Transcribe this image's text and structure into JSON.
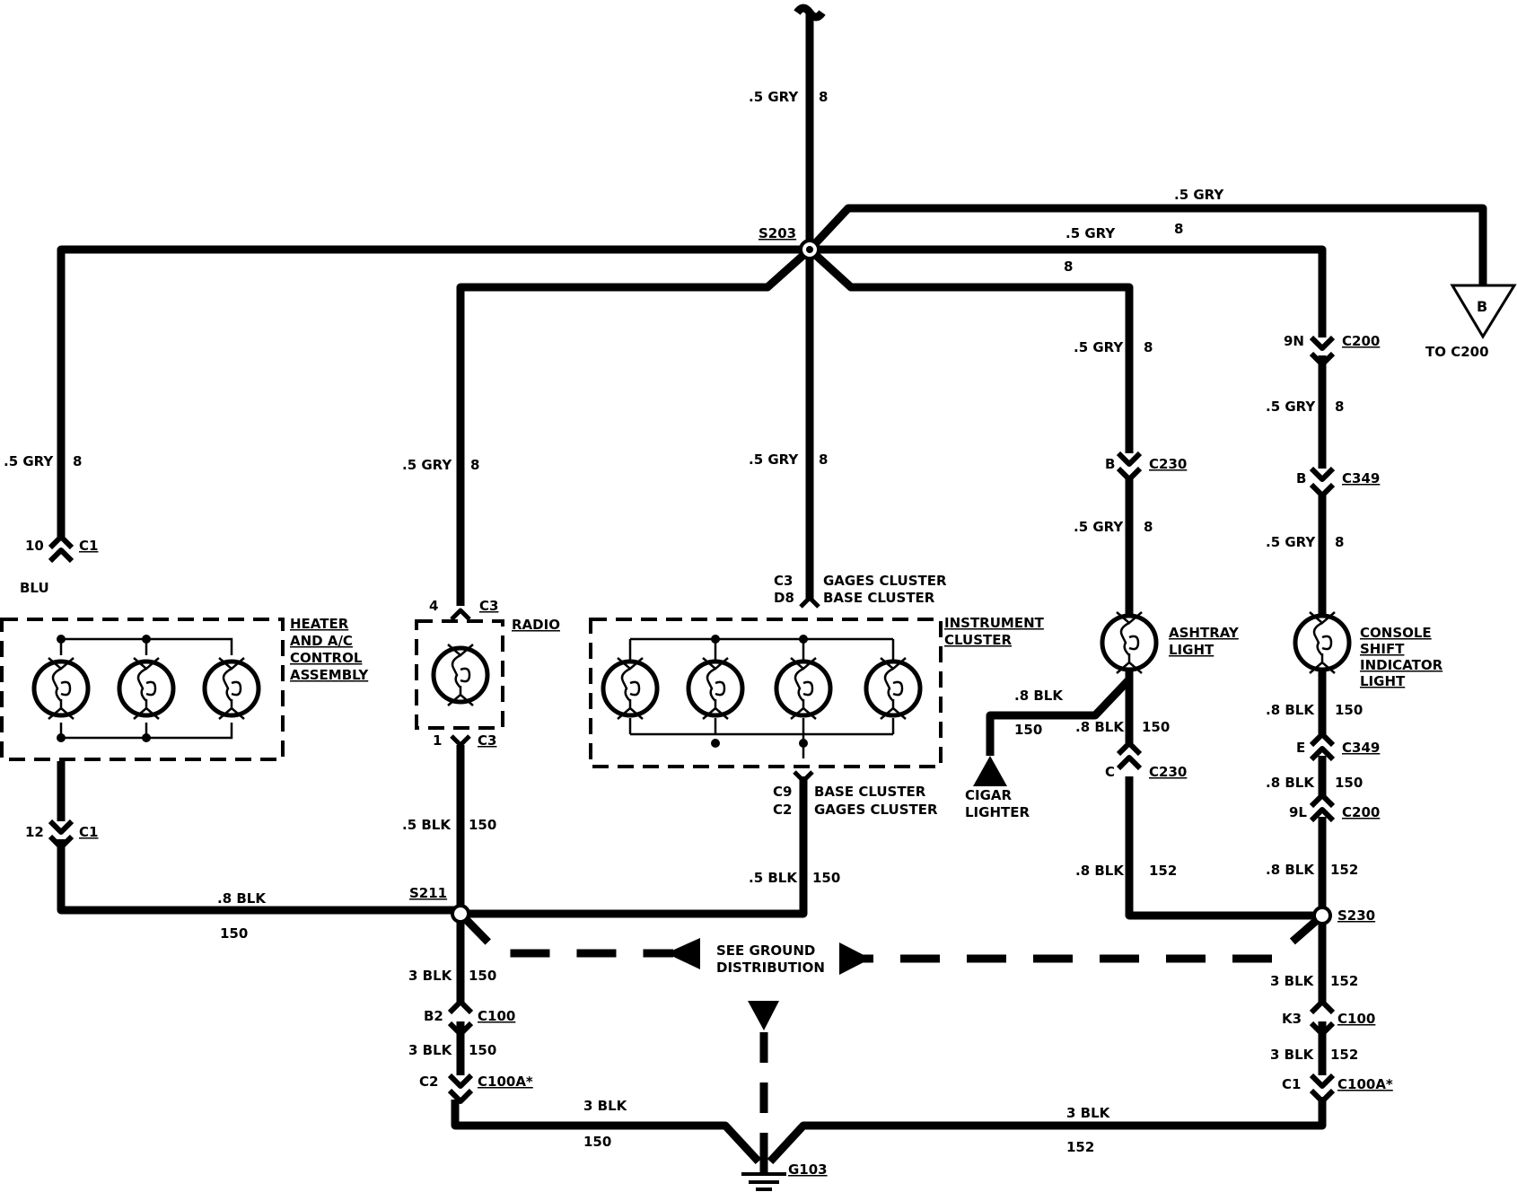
{
  "labels": {
    "top_size": ".5 GRY",
    "top_circ": "8",
    "to_c200_size": ".5 GRY",
    "b_size": ".5 GRY",
    "b_circ": "8",
    "s203_circ": "8",
    "s203": "S203",
    "b_marker": "B",
    "to_c200": "TO C200",
    "left_size": ".5 GRY",
    "left_circ": "8",
    "c1_pin10": "10",
    "c1_a": "C1",
    "blu": "BLU",
    "heater1": "HEATER",
    "heater2": "AND A/C",
    "heater3": "CONTROL",
    "heater4": "ASSEMBLY",
    "c1_pin12": "12",
    "c1_b": "C1",
    "radio_size": ".5 GRY",
    "radio_circ": "8",
    "radio_pin4": "4",
    "radio_c3a": "C3",
    "radio": "RADIO",
    "radio_pin1": "1",
    "radio_c3b": "C3",
    "radio_gnd_size": ".5 BLK",
    "radio_gnd_circ": "150",
    "ic_size": ".5 GRY",
    "ic_circ": "8",
    "ic_c3": "C3",
    "ic_d8": "D8",
    "gages1": "GAGES CLUSTER",
    "base1": "BASE CLUSTER",
    "instr1": "INSTRUMENT",
    "instr2": "CLUSTER",
    "ic_c9": "C9",
    "ic_c2": "C2",
    "base2": "BASE CLUSTER",
    "gages2": "GAGES CLUSTER",
    "ic_gnd_size": ".5 BLK",
    "ic_gnd_circ": "150",
    "left_gnd_size": ".8 BLK",
    "left_gnd_circ": "150",
    "s211": "S211",
    "ash_circ_top": "8",
    "ash_size1": ".5 GRY",
    "ash_circ1": "8",
    "c230_pinB": "B",
    "c230_a": "C230",
    "ash_size2": ".5 GRY",
    "ash_circ2": "8",
    "ashtray1": "ASHTRAY",
    "ashtray2": "LIGHT",
    "cig_size": ".8 BLK",
    "cig_circ": "150",
    "ash_gnd_size": ".8 BLK",
    "ash_gnd_circ": "150",
    "cigar1": "CIGAR",
    "cigar2": "LIGHTER",
    "c230_pinC": "C",
    "c230_b": "C230",
    "ash_ret_size": ".8 BLK",
    "ash_ret_circ": "152",
    "c200_pin9N": "9N",
    "c200_a": "C200",
    "con_size1": ".5 GRY",
    "con_circ1": "8",
    "c349_pinB": "B",
    "c349_a": "C349",
    "con_size2": ".5 GRY",
    "con_circ2": "8",
    "console1": "CONSOLE",
    "console2": "SHIFT",
    "console3": "INDICATOR",
    "console4": "LIGHT",
    "con_g_size1": ".8 BLK",
    "con_g_circ1": "150",
    "c349_pinE": "E",
    "c349_b": "C349",
    "con_g_size2": ".8 BLK",
    "con_g_circ2": "150",
    "c200_pin9L": "9L",
    "c200_b": "C200",
    "con_g_size3": ".8 BLK",
    "con_g_circ3": "152",
    "s230": "S230",
    "see1": "SEE GROUND",
    "see2": "DISTRIBUTION",
    "l_size1": "3 BLK",
    "l_circ1": "150",
    "c100_pinB2": "B2",
    "c100_a": "C100",
    "l_size2": "3 BLK",
    "l_circ2": "150",
    "c100a_pinC2": "C2",
    "c100a_a": "C100A*",
    "l_size3": "3 BLK",
    "l_circ3": "150",
    "r_size1": "3 BLK",
    "r_circ1": "152",
    "c100_pinK3": "K3",
    "c100_b": "C100",
    "r_size2": "3 BLK",
    "r_circ2": "152",
    "c100a_pinC1": "C1",
    "c100a_b": "C100A*",
    "r_size3": "3 BLK",
    "r_circ3": "152",
    "g103": "G103"
  }
}
